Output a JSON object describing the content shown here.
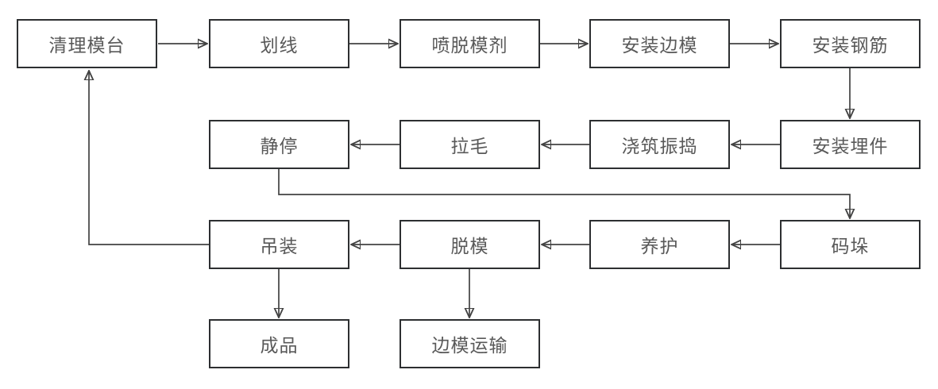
{
  "flowchart": {
    "background_color": "#ffffff",
    "node_border_color": "#2d2f31",
    "node_fill_color": "#ffffff",
    "text_color": "#595959",
    "arrow_color": "#424242",
    "nodes": [
      {
        "id": "qingli-motai",
        "label": "清理模台"
      },
      {
        "id": "huaxian",
        "label": "划线"
      },
      {
        "id": "pen-tuomoji",
        "label": "喷脱模剂"
      },
      {
        "id": "anzhuang-bianmo",
        "label": "安装边模"
      },
      {
        "id": "anzhuang-gangjin",
        "label": "安装钢筋"
      },
      {
        "id": "anzhuang-maijian",
        "label": "安装埋件"
      },
      {
        "id": "jiaozhu-zhendao",
        "label": "浇筑振捣"
      },
      {
        "id": "lamao",
        "label": "拉毛"
      },
      {
        "id": "jingting",
        "label": "静停"
      },
      {
        "id": "maduo",
        "label": "码垛"
      },
      {
        "id": "yanghu",
        "label": "养护"
      },
      {
        "id": "tuomo",
        "label": "脱模"
      },
      {
        "id": "diaozhuang",
        "label": "吊装"
      },
      {
        "id": "chengpin",
        "label": "成品"
      },
      {
        "id": "bianmo-yunshu",
        "label": "边模运输"
      }
    ],
    "edges": [
      {
        "from": "qingli-motai",
        "to": "huaxian"
      },
      {
        "from": "huaxian",
        "to": "pen-tuomoji"
      },
      {
        "from": "pen-tuomoji",
        "to": "anzhuang-bianmo"
      },
      {
        "from": "anzhuang-bianmo",
        "to": "anzhuang-gangjin"
      },
      {
        "from": "anzhuang-gangjin",
        "to": "anzhuang-maijian"
      },
      {
        "from": "anzhuang-maijian",
        "to": "jiaozhu-zhendao"
      },
      {
        "from": "jiaozhu-zhendao",
        "to": "lamao"
      },
      {
        "from": "lamao",
        "to": "jingting"
      },
      {
        "from": "jingting",
        "to": "maduo"
      },
      {
        "from": "maduo",
        "to": "yanghu"
      },
      {
        "from": "yanghu",
        "to": "tuomo"
      },
      {
        "from": "tuomo",
        "to": "diaozhuang"
      },
      {
        "from": "diaozhuang",
        "to": "chengpin"
      },
      {
        "from": "diaozhuang",
        "to": "qingli-motai"
      },
      {
        "from": "tuomo",
        "to": "bianmo-yunshu"
      }
    ]
  }
}
